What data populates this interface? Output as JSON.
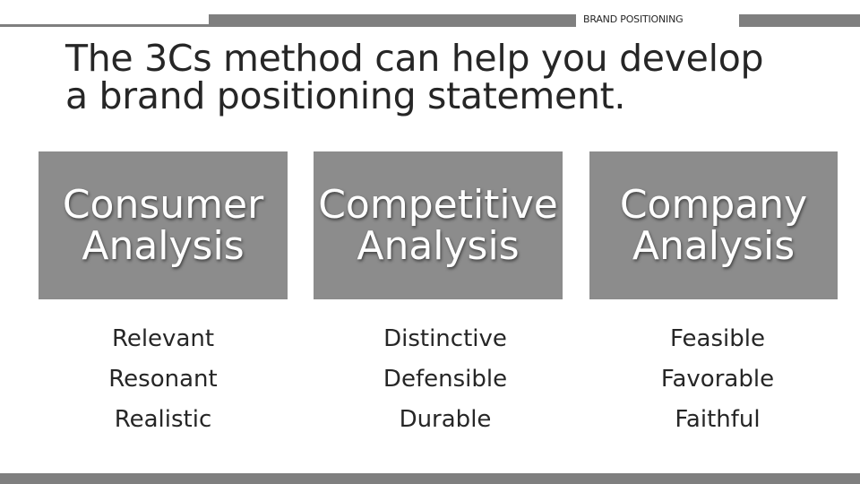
{
  "header": {
    "section_label": "BRAND POSITIONING"
  },
  "slide": {
    "title_line1": "The 3Cs method can help you develop",
    "title_line2": "a brand positioning statement."
  },
  "columns": [
    {
      "heading_line1": "Consumer",
      "heading_line2": "Analysis",
      "items": [
        "Relevant",
        "Resonant",
        "Realistic"
      ]
    },
    {
      "heading_line1": "Competitive",
      "heading_line2": "Analysis",
      "items": [
        "Distinctive",
        "Defensible",
        "Durable"
      ]
    },
    {
      "heading_line1": "Company",
      "heading_line2": "Analysis",
      "items": [
        "Feasible",
        "Favorable",
        "Faithful"
      ]
    }
  ],
  "colors": {
    "accent_gray": "#8c8c8c",
    "bar_gray": "#7f7f7f",
    "text_dark": "#262626"
  }
}
